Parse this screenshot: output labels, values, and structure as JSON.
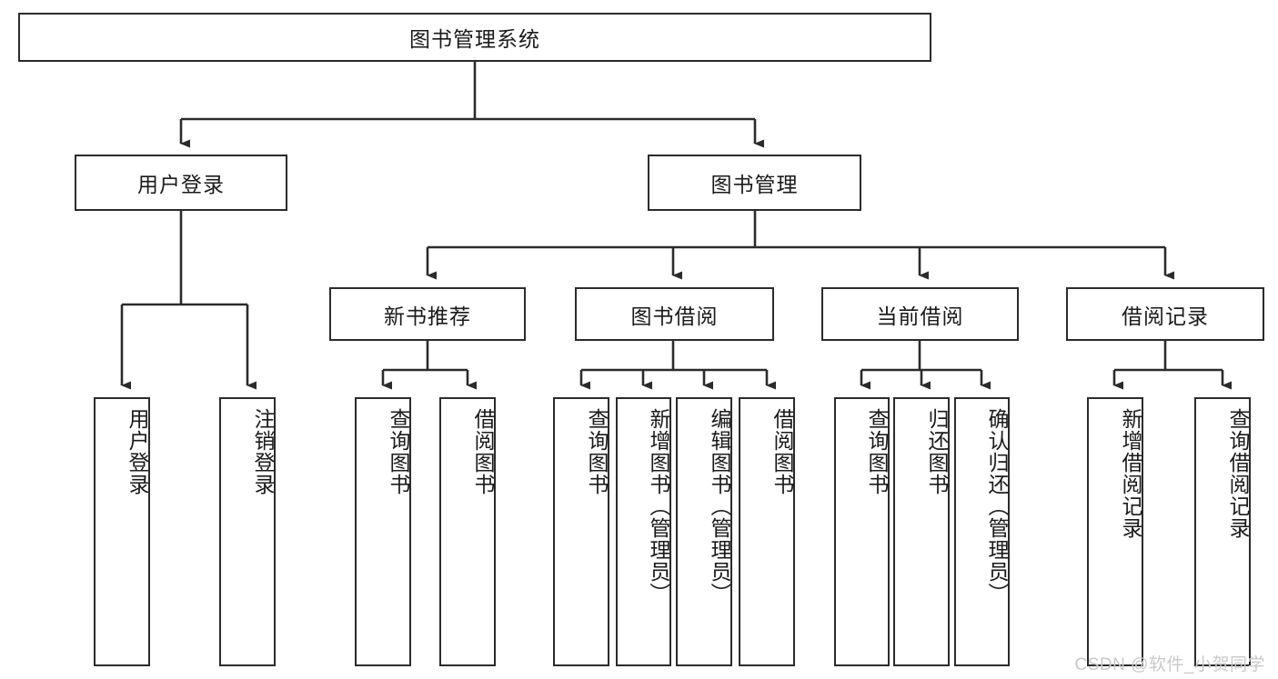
{
  "diagram": {
    "type": "tree-hierarchy",
    "title": "图书管理系统",
    "watermark": "CSDN @软件_小贺同学",
    "colors": {
      "stroke": "#2b2b2b",
      "fill": "#ffffff",
      "text": "#1a1a1a",
      "watermark": "#c9c9c9"
    },
    "root": {
      "label": "图书管理系统",
      "level": 1
    },
    "level2": [
      {
        "label": "用户登录"
      },
      {
        "label": "图书管理"
      }
    ],
    "level3": [
      {
        "label": "新书推荐"
      },
      {
        "label": "图书借阅"
      },
      {
        "label": "当前借阅"
      },
      {
        "label": "借阅记录"
      }
    ],
    "leaves": {
      "user_login": [
        {
          "label": "用户登录"
        },
        {
          "label": "注销登录"
        }
      ],
      "new_book": [
        {
          "label": "查询图书"
        },
        {
          "label": "借阅图书"
        }
      ],
      "book_borrow": [
        {
          "label": "查询图书"
        },
        {
          "label": "新增图书（管理员）"
        },
        {
          "label": "编辑图书（管理员）"
        },
        {
          "label": "借阅图书"
        }
      ],
      "current_borrow": [
        {
          "label": "查询图书"
        },
        {
          "label": "归还图书"
        },
        {
          "label": "确认归还（管理员）"
        }
      ],
      "borrow_record": [
        {
          "label": "新增借阅记录"
        },
        {
          "label": "查询借阅记录"
        }
      ]
    }
  }
}
